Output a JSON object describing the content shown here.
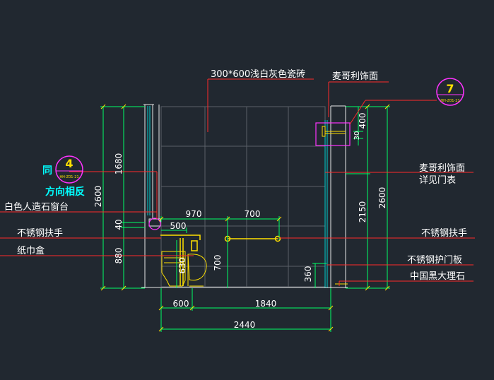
{
  "colors": {
    "background": "#212830",
    "annotation": "#ff2a2a",
    "dimension": "#00ff66",
    "label": "#ffffff",
    "tile_grid": "#5a6068",
    "wall": "#e8e8e8",
    "fixture": "#ffe000",
    "marker": "#ff33ff",
    "callout_text": "#00ffff"
  },
  "labels": {
    "tile": "300*600浅白灰色瓷砖",
    "mackerley_top": "麦哥利饰面",
    "mackerley_right_1": "麦哥利饰面",
    "mackerley_right_2": "详见门表",
    "sill": "白色人造石窗台",
    "handrail_left": "不锈钢扶手",
    "tissue_box": "纸巾盒",
    "handrail_right": "不锈钢扶手",
    "door_guard": "不锈钢护门板",
    "marble": "中国黑大理石",
    "same_text": "同",
    "opposite_text": "方向相反"
  },
  "callouts": {
    "left_number": "4",
    "left_ref": "HH-Z01-21",
    "right_number": "7",
    "right_ref": "HH-Z01-21"
  },
  "dimensions": {
    "left_1680": "1680",
    "left_2600": "2600",
    "left_40": "40",
    "left_880": "880",
    "top_970": "970",
    "top_700": "700",
    "small_500": "500",
    "v_630": "630",
    "v_700": "700",
    "r_400": "400",
    "r_30": "30",
    "r_2150": "2150",
    "r_2600": "2600",
    "r_360": "360",
    "bot_600": "600",
    "bot_1840": "1840",
    "bot_2440": "2440"
  }
}
